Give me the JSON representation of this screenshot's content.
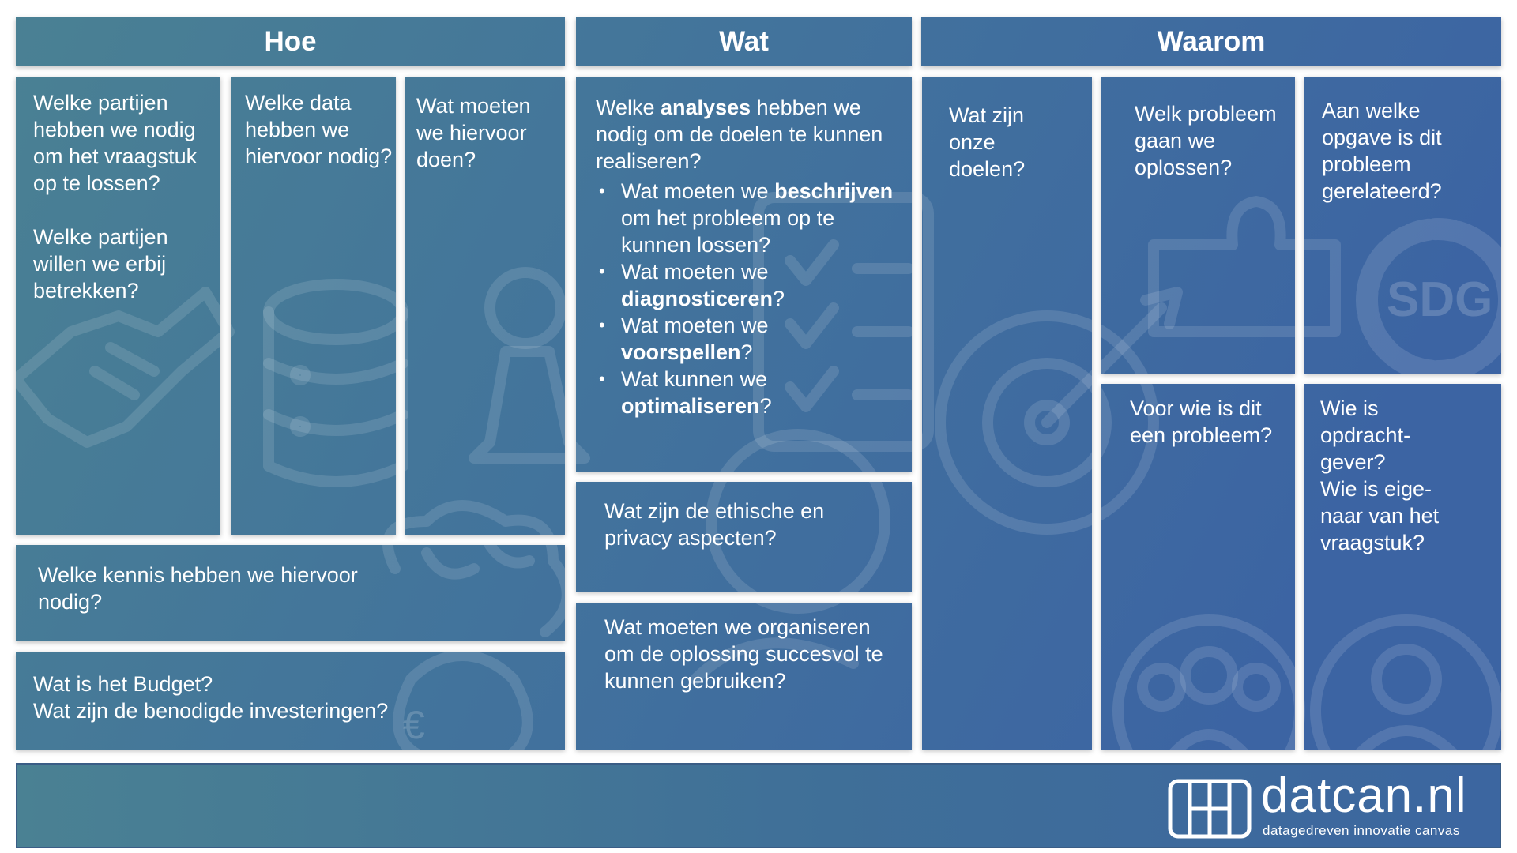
{
  "headers": {
    "hoe": "Hoe",
    "wat": "Wat",
    "waarom": "Waarom"
  },
  "hoe": {
    "partijen_1": "Welke partijen hebben we nodig om het vraagstuk op te lossen?",
    "partijen_2": "Welke partijen willen we erbij betrekken?",
    "data": "Welke data hebben we hiervoor nodig?",
    "doen": "Wat moeten we hiervoor doen?",
    "kennis": "Welke kennis hebben we hiervoor nodig?",
    "budget_1": "Wat is het Budget?",
    "budget_2": "Wat zijn de benodigde investeringen?"
  },
  "wat": {
    "analyses": {
      "pre": "Welke ",
      "bold": "analyses",
      "post": " hebben we nodig om de doelen te kunnen realiseren?"
    },
    "bullets": [
      {
        "pre": "Wat moeten we ",
        "bold": "beschrijven",
        "post": " om het probleem op te kunnen lossen?"
      },
      {
        "pre": "Wat moeten we ",
        "bold": "diagnosticeren",
        "post": "?"
      },
      {
        "pre": "Wat moeten we ",
        "bold": "voorspellen",
        "post": "?"
      },
      {
        "pre": "Wat kunnen we ",
        "bold": "optimaliseren",
        "post": "?"
      }
    ],
    "ethisch": "Wat zijn de ethische en privacy aspecten?",
    "organiseren": "Wat moeten we organiseren om de oplossing succesvol te kunnen gebruiken?"
  },
  "waarom": {
    "doelen": "Wat zijn onze doelen?",
    "probleem": "Welk probleem gaan we oplossen?",
    "opgave": "Aan welke opgave is dit probleem gerelateerd?",
    "voor_wie": "Voor wie is dit een probleem?",
    "opdrachtgever_1": "Wie is opdracht-gever?",
    "opdrachtgever_2": "Wie is eige-naar van het vraagstuk?"
  },
  "watermark": {
    "sdg": "SDG",
    "euro": "€"
  },
  "footer": {
    "logo_name": "datcan.nl",
    "logo_tagline": "datagedreven innovatie canvas"
  },
  "colors": {
    "teal": "#4a8193",
    "blue": "#3c66a0",
    "border": "#3a5d86",
    "white": "#ffffff"
  },
  "icons": [
    "handshake-icon",
    "database-icon",
    "pawn-icon",
    "checklist-icon",
    "brain-icon",
    "money-bag-icon",
    "target-icon",
    "puzzle-icon",
    "sdg-wheel-icon",
    "group-icon",
    "person-icon"
  ]
}
